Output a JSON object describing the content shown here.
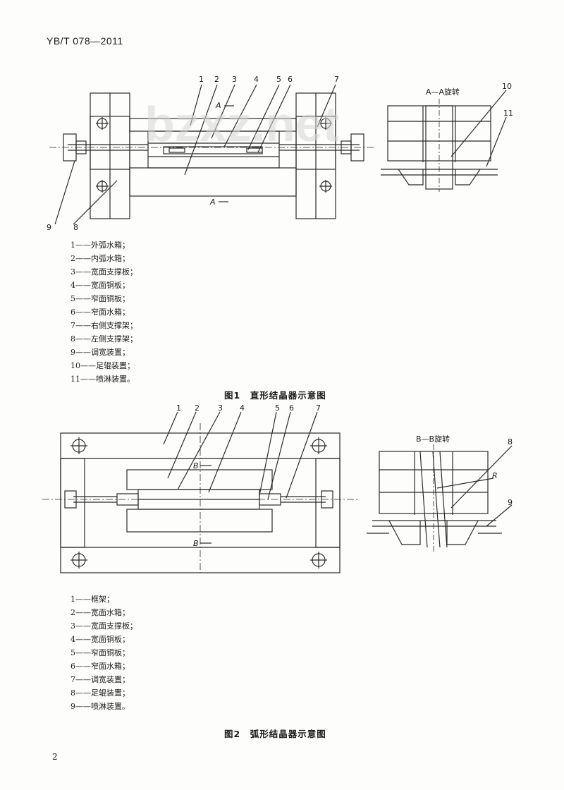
{
  "header": {
    "doc_code": "YB/T 078—2011"
  },
  "watermark": "bzxz.net",
  "figure1": {
    "part_numbers": [
      "1",
      "2",
      "3",
      "4",
      "5",
      "6",
      "7",
      "8",
      "9",
      "10",
      "11"
    ],
    "section_label": "A—A旋转",
    "arrow_label_top": "A",
    "arrow_label_bottom": "A",
    "legend": [
      "1——外弧水箱；",
      "2——内弧水箱；",
      "3——宽面支撑板；",
      "4——宽面铜板；",
      "5——窄面铜板；",
      "6——窄面水箱；",
      "7——右侧支撑架；",
      "8——左侧支撑架；",
      "9——调宽装置；",
      "10——足辊装置；",
      "11——喷淋装置。"
    ],
    "caption": "图1　直形结晶器示意图"
  },
  "figure2": {
    "part_numbers": [
      "1",
      "2",
      "3",
      "4",
      "5",
      "6",
      "7",
      "8",
      "9"
    ],
    "section_label": "B—B旋转",
    "arrow_label_top": "B",
    "arrow_label_bottom": "B",
    "radius_label": "R",
    "legend": [
      "1——框架；",
      "2——宽面水箱；",
      "3——宽面支撑板；",
      "4——宽面铜板；",
      "5——窄面铜板；",
      "6——窄面水箱；",
      "7——调宽装置；",
      "8——足辊装置；",
      "9——喷淋装置。"
    ],
    "caption": "图2　弧形结晶器示意图"
  },
  "footer": {
    "page_number": "2"
  }
}
